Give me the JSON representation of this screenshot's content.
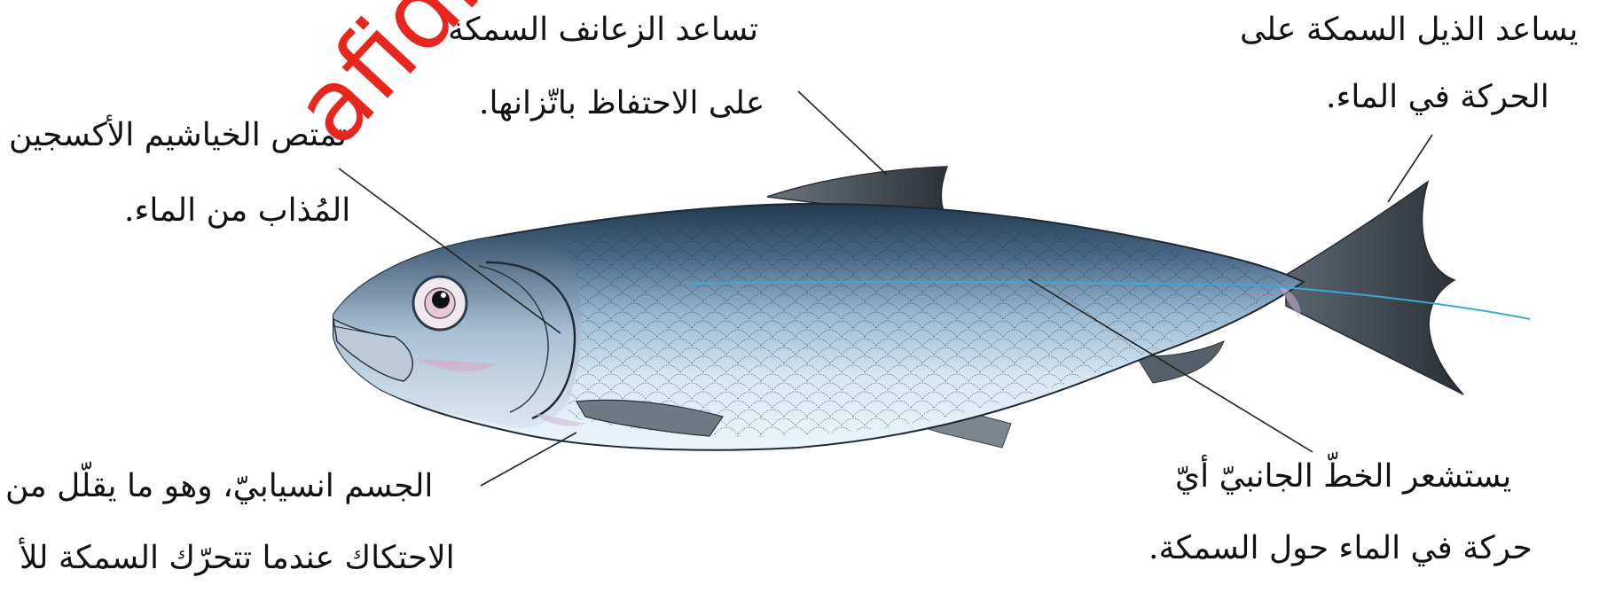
{
  "labels": {
    "fins": {
      "line1": "تساعد الزعانف السمكة",
      "line2": "على الاحتفاظ باتّزانها."
    },
    "tail": {
      "line1": "يساعد الذيل السمكة على",
      "line2": "الحركة في الماء."
    },
    "gills": {
      "line1": "تمتص الخياشيم الأكسجين",
      "line2": "المُذاب من الماء."
    },
    "lateral_line": {
      "line1": "يستشعر الخطّ الجانبيّ أيّ",
      "line2": "حركة في الماء حول السمكة."
    },
    "body": {
      "line1": "الجسم انسيابيّ، وهو ما يقلّل من",
      "line2": "الاحتكاك عندما تتحرّك السمكة للأ"
    }
  },
  "watermark": "afidni.com",
  "colors": {
    "watermark": "#e8261e",
    "fish_back": "#2f4b66",
    "fish_mid": "#8fb0cc",
    "fish_belly": "#e6f1f8",
    "lateral_line": "#3aa8d8",
    "fin": "#3c4248",
    "leader_line": "#222222"
  }
}
